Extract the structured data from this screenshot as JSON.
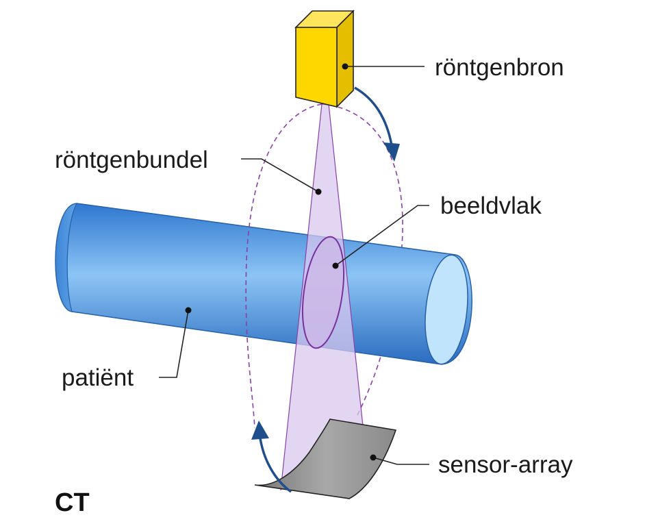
{
  "diagram": {
    "title": "CT",
    "labels": {
      "source": "röntgenbron",
      "beam": "röntgenbundel",
      "plane": "beeldvlak",
      "patient": "patiënt",
      "sensor": "sensor-array"
    }
  },
  "colors": {
    "source": "#ffd700",
    "patient": "#4f9ae0",
    "beam": "#d8c8ee",
    "rotation_arrow": "#1f4e8c",
    "orbit": "#8a3fa8",
    "sensor": "#9a9a9a"
  }
}
